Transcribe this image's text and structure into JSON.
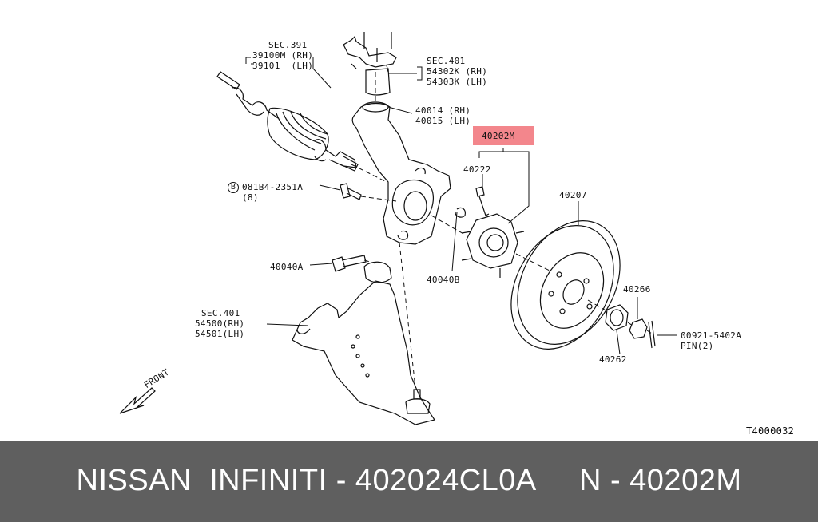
{
  "labels": {
    "sec391": "SEC.391",
    "p39100m": "39100M (RH)",
    "p39101": "39101  (LH)",
    "sec401_top": "SEC.401",
    "p54302k": "54302K (RH)",
    "p54303k": "54303K (LH)",
    "p40014": "40014 (RH)",
    "p40015": "40015 (LH)",
    "p40202m": "40202M",
    "p40222": "40222",
    "p40207": "40207",
    "bolt_circle": "B",
    "p081b4": "081B4-2351A",
    "p081b4_qty": "(8)",
    "p40040a": "40040A",
    "p40040b": "40040B",
    "p40266": "40266",
    "p00921": "00921-5402A",
    "pin": "PIN(2)",
    "p40262": "40262",
    "sec401_bottom": "SEC.401",
    "p54500": "54500(RH)",
    "p54501": "54501(LH)",
    "front": "FRONT",
    "code": "T4000032"
  },
  "footer": {
    "caption": "NISSAN  INFINITI - 402024CL0A     N - 40202M"
  },
  "colors": {
    "highlight": "#f3868c",
    "footer_bg": "#5f5f5f",
    "footer_text": "#ffffff"
  }
}
